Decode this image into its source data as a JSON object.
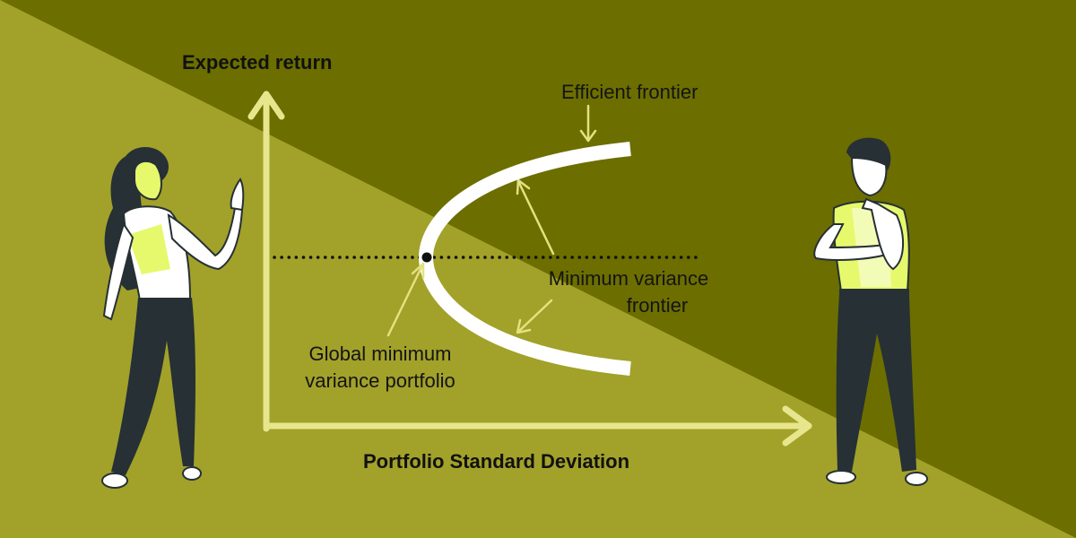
{
  "colors": {
    "background_light": "#A2A12A",
    "background_dark": "#6C6E00",
    "axis": "#E7E68C",
    "pointer": "#E3E27F",
    "curve": "#FFFFFF",
    "dotted_line": "#111111",
    "text": "#111111",
    "figure_clothes": "#263035",
    "figure_highlight": "#E6F96C"
  },
  "icons": [
    "woman-pointing-figure",
    "man-thinking-figure"
  ],
  "labels": {
    "y_axis": "Expected return",
    "x_axis": "Portfolio Standard Deviation",
    "efficient_frontier": "Efficient frontier",
    "min_variance_frontier_line1": "Minimum variance",
    "min_variance_frontier_line2": "frontier",
    "gmv_line1": "Global minimum",
    "gmv_line2": "variance portfolio"
  }
}
